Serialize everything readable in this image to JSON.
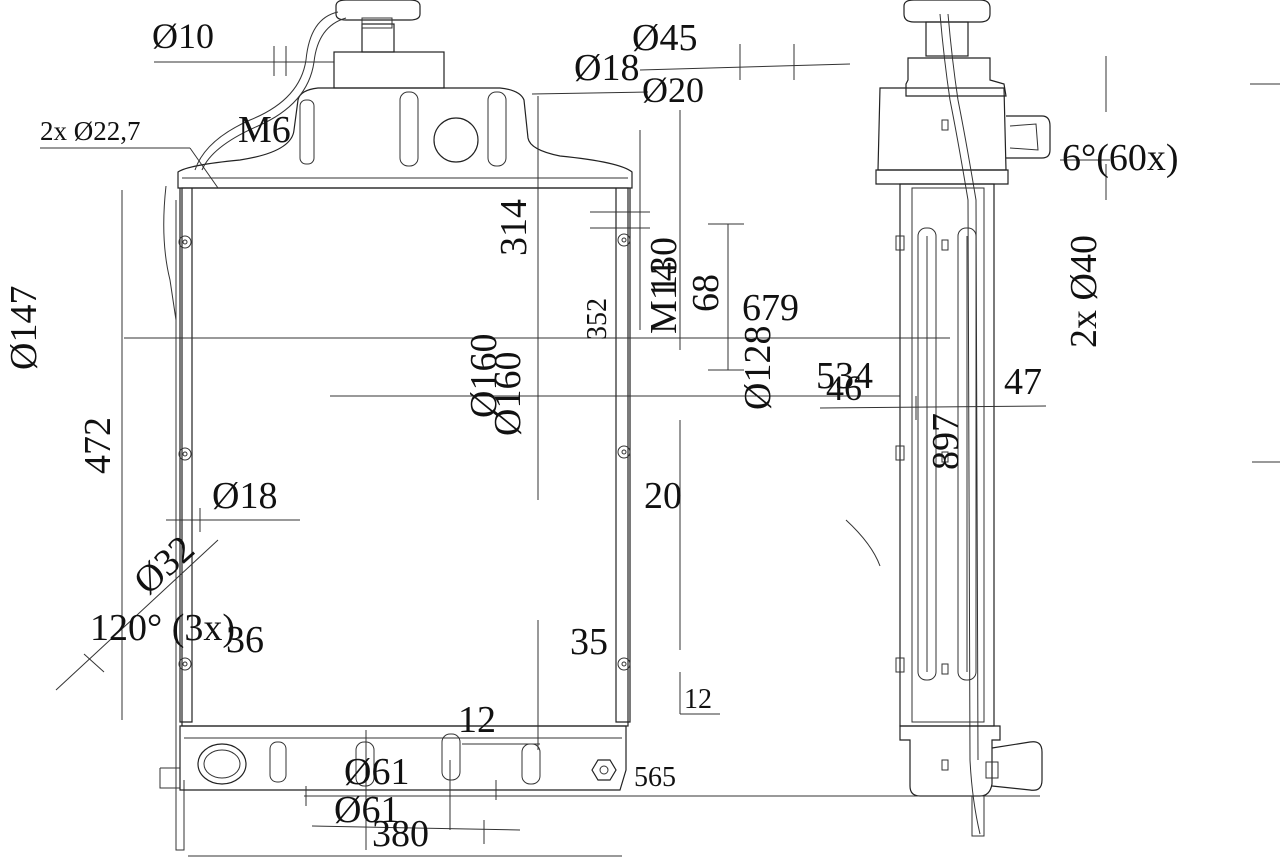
{
  "drawing": {
    "labels": {
      "d10": "Ø10",
      "d45": "Ø45",
      "d18_top": "Ø18",
      "d20_top": "Ø20",
      "two_d22_7": "2x Ø22,7",
      "m6": "M6",
      "six_deg": "6°(60x)",
      "d147": "Ø147",
      "v314": "314",
      "v352": "352",
      "m14": "M14",
      "v130": "130",
      "v68": "68",
      "v679": "679",
      "d128": "Ø128",
      "d160_a": "Ø160",
      "d160_b": "Ø160",
      "two_d40": "2x Ø40",
      "v534": "534",
      "v46": "46",
      "v47": "47",
      "v897": "897",
      "v472": "472",
      "d18_left": "Ø18",
      "d32": "Ø32",
      "v20": "20",
      "deg120": "120° (3x)",
      "v36": "36",
      "v35": "35",
      "v12_right": "12",
      "v12_bottom": "12",
      "d61_a": "Ø61",
      "v565": "565",
      "d61_b": "Ø61",
      "v380": "380"
    }
  }
}
